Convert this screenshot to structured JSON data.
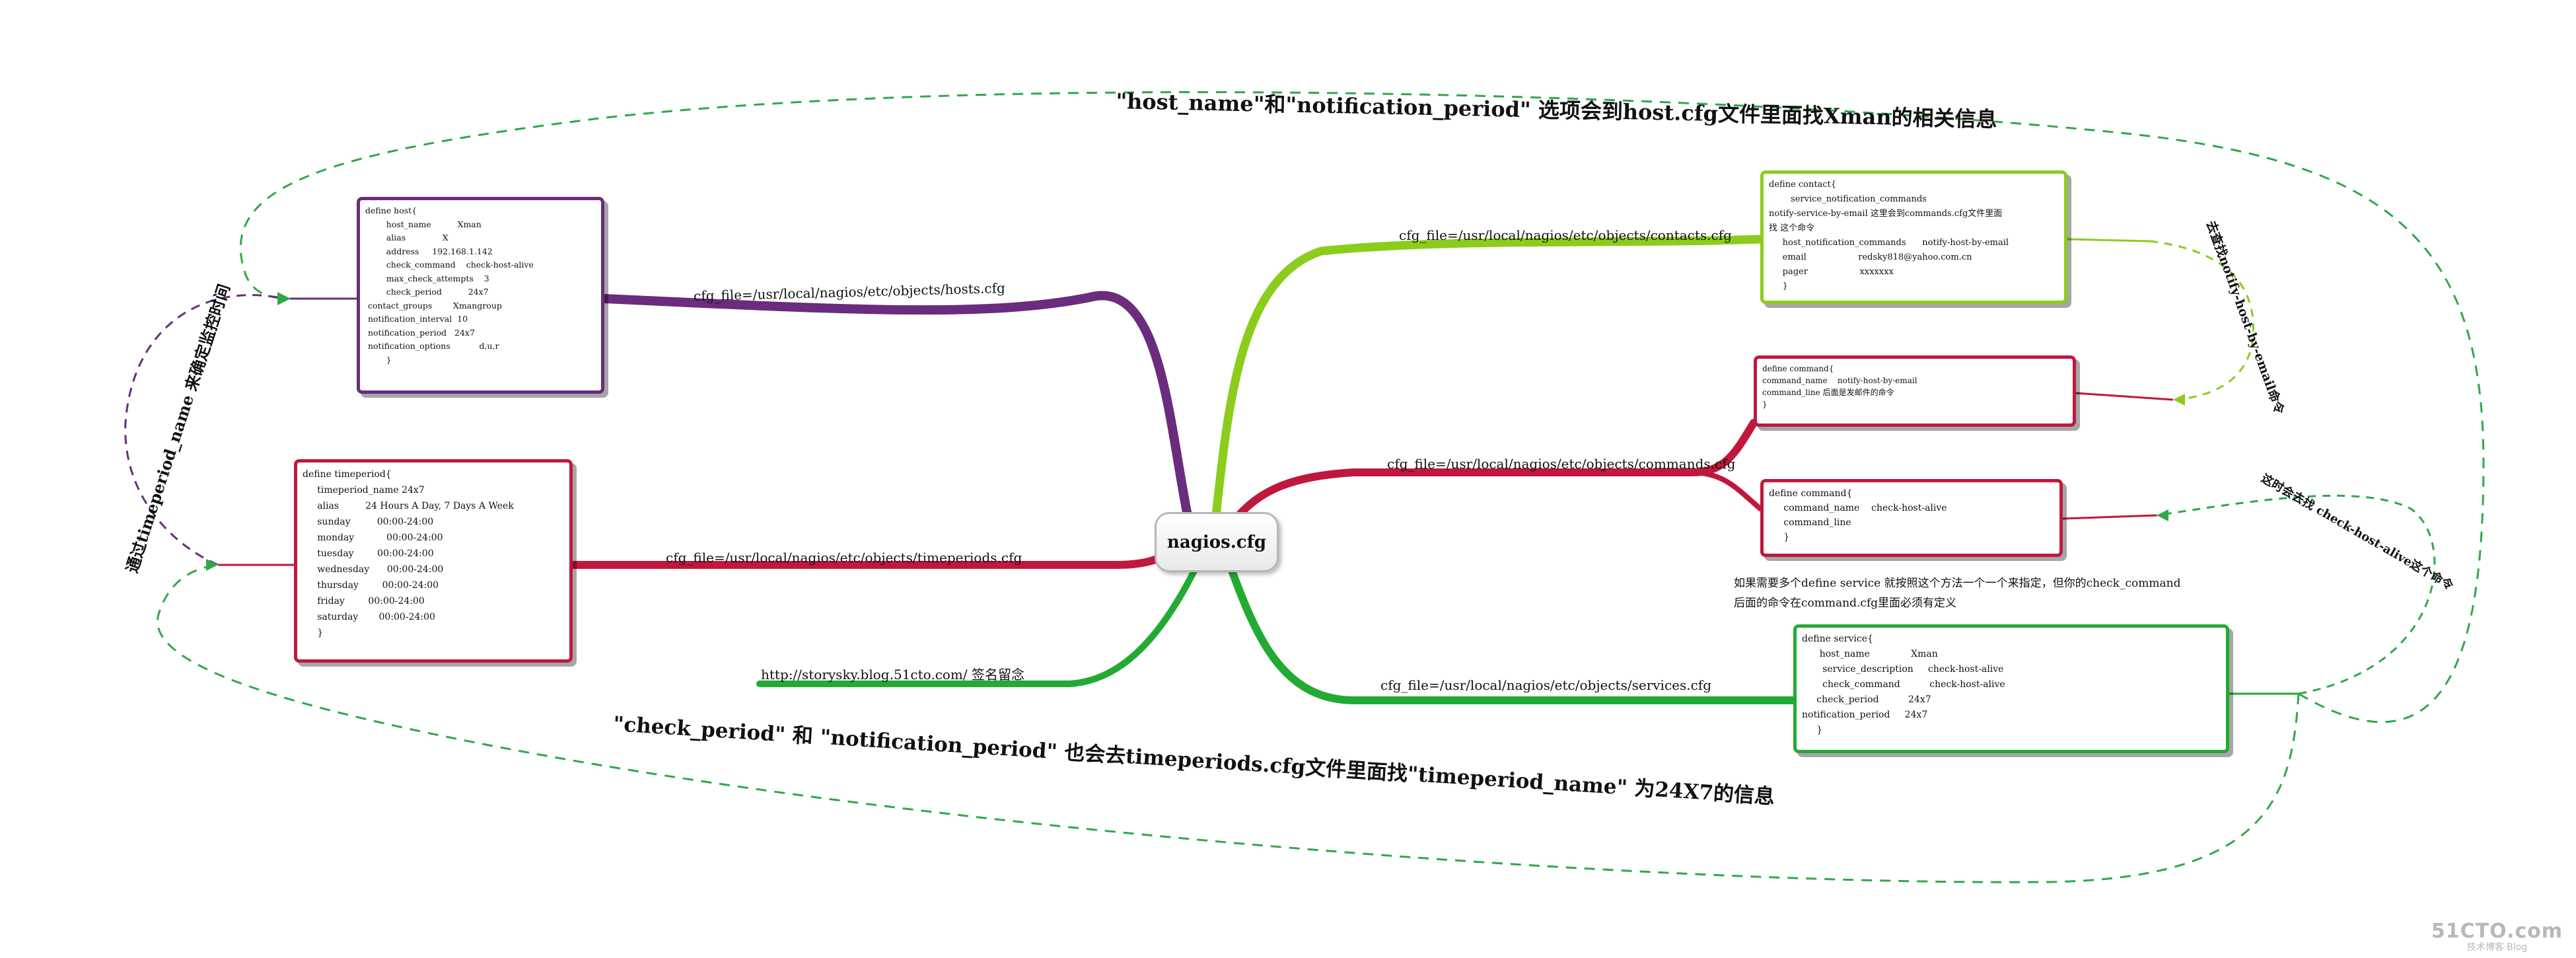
{
  "colors": {
    "purple": "#6a2c7c",
    "crimson": "#c0183c",
    "lime": "#8ccc1c",
    "green": "#22aa33",
    "dashed_green": "#2fa84a"
  },
  "center": {
    "label": "nagios.cfg"
  },
  "edges": {
    "hosts": "cfg_file=/usr/local/nagios/etc/objects/hosts.cfg",
    "timeperiods": "cfg_file=/usr/local/nagios/etc/objects/timeperiods.cfg",
    "contacts": "cfg_file=/usr/local/nagios/etc/objects/contacts.cfg",
    "commands": "cfg_file=/usr/local/nagios/etc/objects/commands.cfg",
    "services": "cfg_file=/usr/local/nagios/etc/objects/services.cfg",
    "blog": "http://storysky.blog.51cto.com/ 签名留念"
  },
  "boxes": {
    "hosts": [
      "define host{",
      "        host_name          Xman",
      "        alias              X",
      "        address     192.168.1.142",
      "        check_command    check-host-alive",
      "        max_check_attempts    3",
      "        check_period          24x7",
      " contact_groups        Xmangroup",
      " notification_interval  10",
      " notification_period   24x7",
      " notification_options           d,u,r",
      "        }"
    ],
    "timeperiods": [
      "define timeperiod{",
      "     timeperiod_name 24x7",
      "     alias         24 Hours A Day, 7 Days A Week",
      "     sunday         00:00-24:00",
      "     monday           00:00-24:00",
      "     tuesday        00:00-24:00",
      "     wednesday      00:00-24:00",
      "     thursday        00:00-24:00",
      "     friday        00:00-24:00",
      "     saturday       00:00-24:00",
      "     }"
    ],
    "contacts": [
      "define contact{",
      "        service_notification_commands",
      "notify-service-by-email 这里会到commands.cfg文件里面",
      "找 这个命令",
      "     host_notification_commands      notify-host-by-email",
      "     email                   redsky818@yahoo.com.cn",
      "     pager                   xxxxxxx",
      "     }"
    ],
    "command1": [
      "define command{",
      "command_name    notify-host-by-email",
      "command_line 后面是发邮件的命令",
      "}"
    ],
    "command2": [
      "define command{",
      "     command_name    check-host-alive",
      "     command_line",
      "     }"
    ],
    "services": [
      "define service{",
      "      host_name              Xman",
      "       service_description     check-host-alive",
      "       check_command          check-host-alive",
      "     check_period          24x7",
      "notification_period     24x7",
      "     }"
    ]
  },
  "notes": {
    "top": "\"host_name\"和\"notification_period\" 选项会到host.cfg文件里面找Xman的相关信息",
    "bottom": "\"check_period\" 和 \"notification_period\" 也会去timeperiods.cfg文件里面找\"timeperiod_name\" 为24X7的信息",
    "left_vertical": "通过timeperiod_name 来确定监控时间",
    "right_contacts": "去查找notify-host-by-email命令",
    "right_services": "这时会去找 check-host-alive这个命令",
    "services_note_1": "如果需要多个define service 就按照这个方法一个一个来指定，但你的check_command",
    "services_note_2": "后面的命令在command.cfg里面必须有定义"
  },
  "watermark": {
    "line1": "51CTO.com",
    "line2": "技术博客  Blog"
  }
}
